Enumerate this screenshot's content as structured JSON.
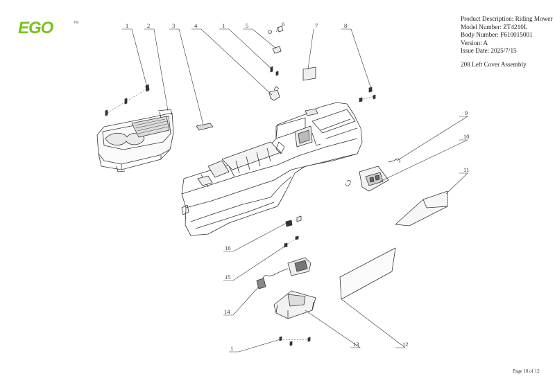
{
  "brand": {
    "logo_text": "EGO",
    "trademark": "TM",
    "accent_color": "#79c21a"
  },
  "info": {
    "product_description": "Product Description: Riding Mower",
    "model_number": "Model Number: ZT4210L",
    "body_number": "Body Number: F610015001",
    "version": "Version: A",
    "issue_date": "Issue Date: 2025/7/15",
    "assembly_title": "208 Left Cover Assembly"
  },
  "callouts": {
    "c1a": "1",
    "c2": "2",
    "c3": "3",
    "c4": "4",
    "c1b": "1",
    "c5": "5",
    "c6": "6",
    "c7": "7",
    "c8": "8",
    "c9": "9",
    "c10": "10",
    "c11": "11",
    "c12": "12",
    "c13": "13",
    "c14": "14",
    "c15": "15",
    "c16": "16",
    "c1c": "1"
  },
  "footer": {
    "page": "Page 10 of 12"
  }
}
